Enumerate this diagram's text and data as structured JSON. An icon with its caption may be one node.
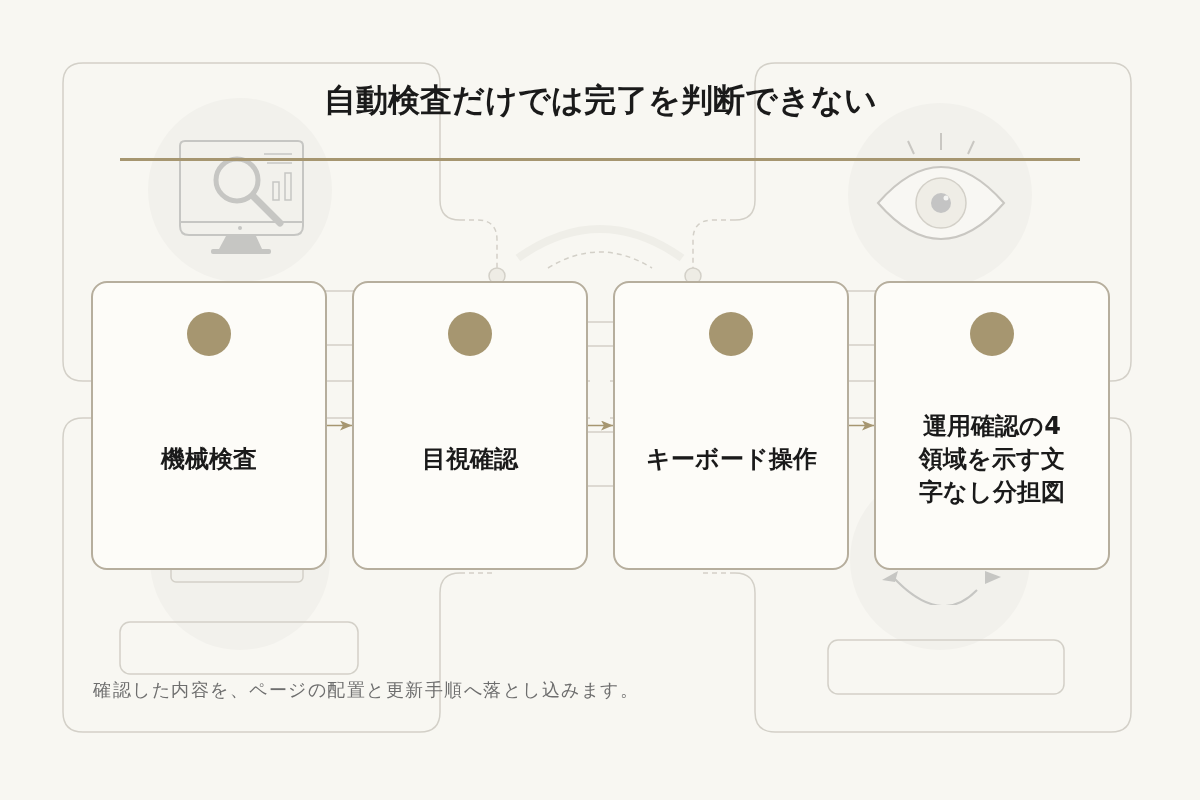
{
  "diagram": {
    "title": "自動検査だけでは完了を判断できない",
    "nodes": [
      {
        "text": [
          "機械検査"
        ]
      },
      {
        "text": [
          "目視確認"
        ]
      },
      {
        "text": [
          "キーボード操作"
        ]
      },
      {
        "text": [
          "運用確認の4領域を示す文字なし分担図"
        ]
      }
    ],
    "edges": [
      {
        "from": 0,
        "to": 1,
        "arrow": "to"
      },
      {
        "from": 1,
        "to": 2,
        "arrow": "to"
      },
      {
        "from": 2,
        "to": 3,
        "arrow": "to"
      }
    ],
    "caption": "確認した内容を、ページの配置と更新手順へ落とし込みます。"
  }
}
